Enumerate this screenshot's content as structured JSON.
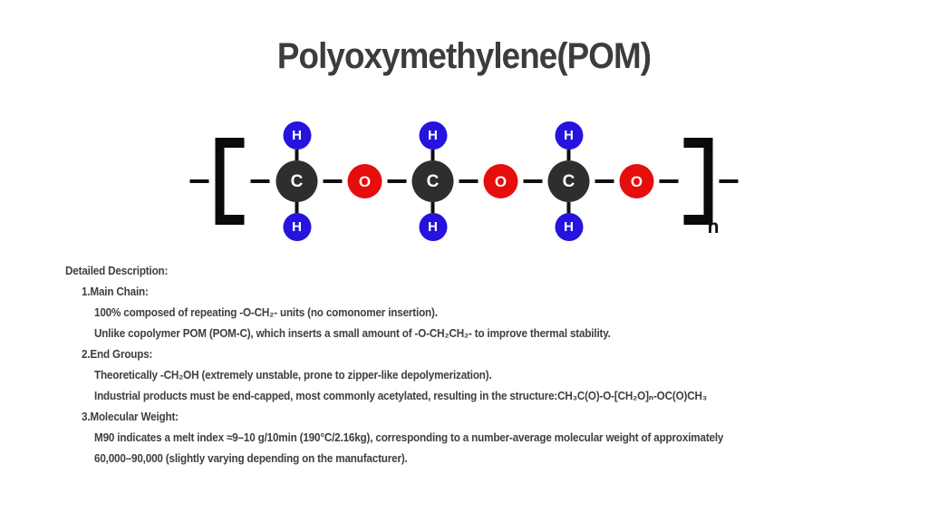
{
  "slide": {
    "background_color": "#ffffff",
    "text_color": "#3f3f3f"
  },
  "title": "Polyoxymethylene(POM)",
  "molecule": {
    "structure_summary": "-[ -CH2-O-CH2-O-CH2-O- ]n- repeating chain, 3 units shown in brackets",
    "repeat_units_shown": 3,
    "subscript": "n",
    "atoms": {
      "c": {
        "symbol": "C",
        "color": "#2e2e2e"
      },
      "o": {
        "symbol": "O",
        "color": "#e60d0d"
      },
      "h": {
        "symbol": "H",
        "color": "#2613dd"
      }
    },
    "bond_color": "#0f0f0f"
  },
  "description": {
    "heading": "Detailed Description:",
    "sections": [
      {
        "label": "1.Main Chain:",
        "lines": [
          "100% composed of repeating -O-CH₂- units (no comonomer insertion).",
          "Unlike copolymer POM (POM-C), which inserts a small amount of -O-CH₂CH₂- to improve thermal stability."
        ]
      },
      {
        "label": "2.End Groups:",
        "lines": [
          "Theoretically -CH₂OH (extremely unstable, prone to zipper-like depolymerization).",
          "Industrial products must be end-capped, most commonly acetylated, resulting in the structure:CH₃C(O)-O-[CH₂O]ₙ-OC(O)CH₃"
        ]
      },
      {
        "label": "3.Molecular Weight:",
        "lines": [
          "M90 indicates a melt index ≈9–10 g/10min (190°C/2.16kg), corresponding to a number-average molecular weight of approximately",
          "60,000–90,000 (slightly varying depending on the manufacturer)."
        ]
      }
    ]
  }
}
